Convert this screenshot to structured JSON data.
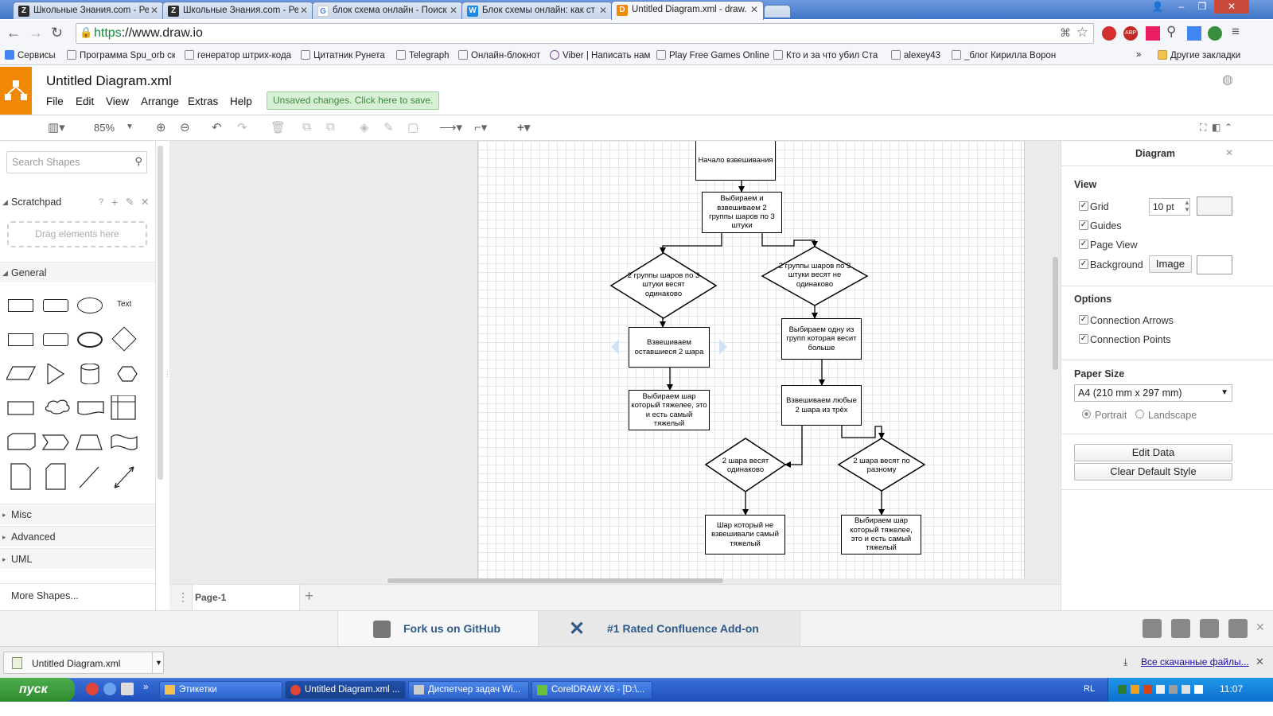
{
  "browser": {
    "tabs": [
      {
        "label": "Школьные Знания.com - Ре",
        "favicon": "Z"
      },
      {
        "label": "Школьные Знания.com - Ре",
        "favicon": "Z"
      },
      {
        "label": "блок схема онлайн - Поиск",
        "favicon": "G"
      },
      {
        "label": "Блок схемы онлайн: как ст",
        "favicon": "W"
      },
      {
        "label": "Untitled Diagram.xml - draw.",
        "favicon": "D"
      }
    ],
    "url_scheme": "https",
    "url_rest": "://www.draw.io",
    "bookmarks": [
      "Сервисы",
      "Программа Spu_orb ск",
      "генератор штрих-кода",
      "Цитатник Рунета",
      "Telegraph",
      "Онлайн-блокнот",
      "Viber | Написать нам",
      "Play Free Games Online",
      "Кто и за что убил Ста",
      "alexey43",
      "_блог Кирилла Ворон"
    ],
    "other_bookmarks": "Другие закладки",
    "more": "»"
  },
  "app": {
    "title": "Untitled Diagram.xml",
    "menus": [
      "File",
      "Edit",
      "View",
      "Arrange",
      "Extras",
      "Help"
    ],
    "unsaved": "Unsaved changes. Click here to save.",
    "zoom": "85%"
  },
  "left": {
    "search_placeholder": "Search Shapes",
    "scratchpad": "Scratchpad",
    "scratch_help": "?",
    "drag_hint": "Drag elements here",
    "general": "General",
    "text_shape": "Text",
    "sections": [
      "Misc",
      "Advanced",
      "UML"
    ],
    "more_shapes": "More Shapes..."
  },
  "diagram": {
    "start": "Начало взвешивания",
    "step1": "Выбираем и взвешиваем 2 группы шаров по 3 штуки",
    "cond_equal": "2 группы шаров по 3 штуки весят одинаково",
    "cond_notequal": "2 группы шаров по 3 штуки весят не одинаково",
    "weigh_rest": "Взвешиваем оставшиеся 2 шара",
    "heavier_left": "Выбираем шар который тяжелее, это и есть самый тяжелый",
    "choose_group": "Выбираем одну из групп которая весит больше",
    "weigh_any": "Взвешиваем любые 2 шара из трёх",
    "balls_equal": "2 шара весят одинаково",
    "balls_diff": "2 шара весят по разному",
    "unweighed": "Шар который не взвешивали самый тяжелый",
    "heavier_right": "Выбираем шар который тяжелее, это и есть самый тяжелый"
  },
  "pagebar": {
    "page": "Page-1",
    "add": "+"
  },
  "right": {
    "title": "Diagram",
    "view": "View",
    "grid": "Grid",
    "grid_size": "10 pt",
    "guides": "Guides",
    "page_view": "Page View",
    "background": "Background",
    "image_btn": "Image",
    "options": "Options",
    "connection_arrows": "Connection Arrows",
    "connection_points": "Connection Points",
    "paper_size": "Paper Size",
    "paper_value": "A4 (210 mm x 297 mm)",
    "portrait": "Portrait",
    "landscape": "Landscape",
    "edit_data": "Edit Data",
    "clear_style": "Clear Default Style"
  },
  "footer": {
    "github": "Fork us on GitHub",
    "confluence": "#1 Rated Confluence Add-on"
  },
  "download": {
    "file": "Untitled Diagram.xml",
    "all": "Все скачанные файлы..."
  },
  "taskbar": {
    "start": "пуск",
    "tasks": [
      "Этикетки",
      "Untitled Diagram.xml ...",
      "Диспетчер задач Wi...",
      "CorelDRAW X6 - [D:\\..."
    ],
    "lang": "RL",
    "time": "11:07"
  }
}
